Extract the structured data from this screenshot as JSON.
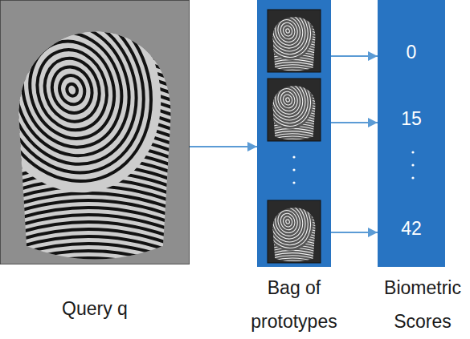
{
  "diagram": {
    "nodes": [
      {
        "text": [
          "Query q"
        ]
      },
      {
        "text": [
          "Bag of prototypes"
        ]
      },
      {
        "text": [
          "Biometric Scores"
        ]
      },
      {
        "text": [
          "0"
        ],
        "in": 2
      },
      {
        "text": [
          "15"
        ],
        "in": 2
      },
      {
        "text": [
          "42"
        ],
        "in": 2
      }
    ],
    "edges": [
      {
        "from": 0,
        "to": 1,
        "arrow": "to"
      },
      {
        "from": 1,
        "to": 3,
        "arrow": "to"
      },
      {
        "from": 1,
        "to": 4,
        "arrow": "to"
      },
      {
        "from": 1,
        "to": 5,
        "arrow": "to"
      }
    ]
  }
}
